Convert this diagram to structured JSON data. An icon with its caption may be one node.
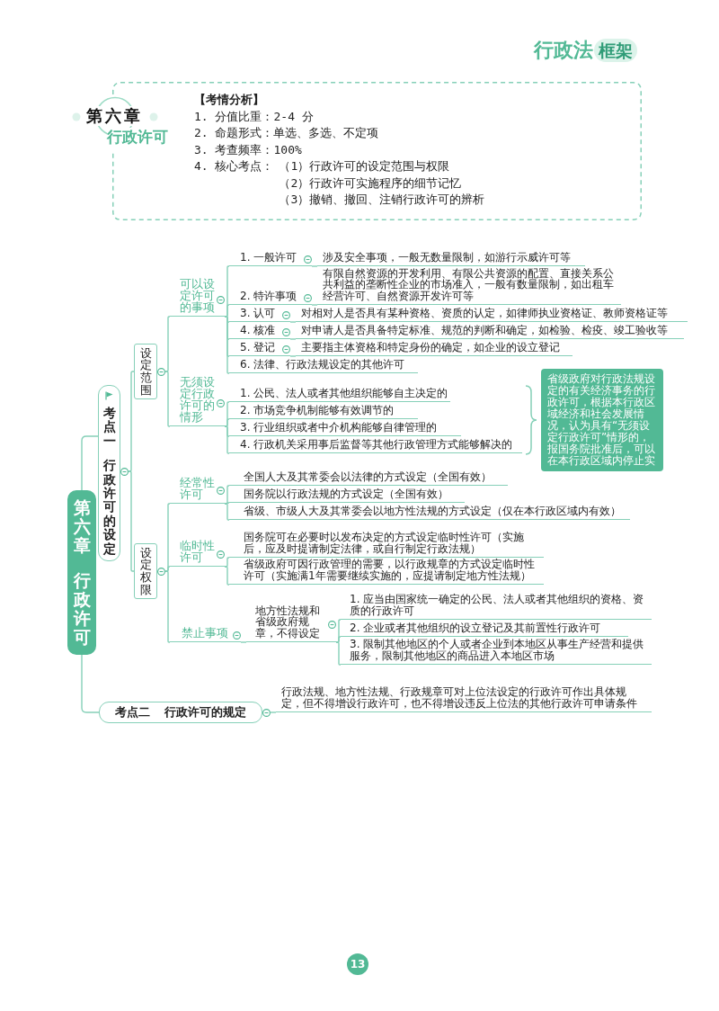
{
  "diagram": {
    "nodes": [
      {
        "text": [
          "【考情分析】",
          "1. 分值比重：2-4 分",
          "2. 命题形式：单选、多选、不定项",
          "3. 考查频率：100%",
          "4. 核心考点：",
          "（1）行政许可的设定范围与权限",
          "（2）行政许可实施程序的细节记忆",
          "（3）撤销、撤回、注销行政许可的辨析"
        ]
      },
      {
        "text": [
          "第六章",
          "行政许可"
        ]
      },
      {
        "text": [
          "考点一",
          "行政许可的设定"
        ]
      },
      {
        "text": [
          "设定范围"
        ]
      },
      {
        "text": [
          "可以设定许可的事项"
        ]
      },
      {
        "text": [
          "1. 一般许可"
        ]
      },
      {
        "text": [
          "涉及安全事项，一般无数量限制，如游行示威许可等"
        ]
      },
      {
        "text": [
          "2. 特许事项"
        ]
      },
      {
        "text": [
          "有限自然资源的开发利用、有限公共资源的配置、直接关系公共利益的垄断性企业的市场准入，一般有数量限制，如出租车经营许可、自然资源开发许可等"
        ]
      },
      {
        "text": [
          "3. 认可"
        ]
      },
      {
        "text": [
          "对相对人是否具有某种资格、资质的认定，如律师执业资格证、教师资格证等"
        ]
      },
      {
        "text": [
          "4. 核准"
        ]
      },
      {
        "text": [
          "对申请人是否具备特定标准、规范的判断和确定，如检验、检疫、竣工验收等"
        ]
      },
      {
        "text": [
          "5. 登记"
        ]
      },
      {
        "text": [
          "主要指主体资格和特定身份的确定，如企业的设立登记"
        ]
      },
      {
        "text": [
          "6. 法律、行政法规设定的其他许可"
        ]
      },
      {
        "text": [
          "无须设定行政许可的情形"
        ]
      },
      {
        "text": [
          "1. 公民、法人或者其他组织能够自主决定的"
        ]
      },
      {
        "text": [
          "2. 市场竞争机制能够有效调节的"
        ]
      },
      {
        "text": [
          "3. 行业组织或者中介机构能够自律管理的"
        ]
      },
      {
        "text": [
          "4. 行政机关采用事后监督等其他行政管理方式能够解决的"
        ]
      },
      {
        "text": [
          "省级政府对行政法规设定的有关经济事务的行政许可，根据本行政区域经济和社会发展情况，认为具有“无须设定行政许可”情形的，报国务院批准后，可以在本行政区域内停止实"
        ]
      },
      {
        "text": [
          "设定权限"
        ]
      },
      {
        "text": [
          "经常性许可"
        ]
      },
      {
        "text": [
          "全国人大及其常委会以法律的方式设定（全国有效）"
        ]
      },
      {
        "text": [
          "国务院以行政法规的方式设定（全国有效）"
        ]
      },
      {
        "text": [
          "省级、市级人大及其常委会以地方性法规的方式设定（仅在本行政区域内有效）"
        ]
      },
      {
        "text": [
          "临时性许可"
        ]
      },
      {
        "text": [
          "国务院可在必要时以发布决定的方式设定临时性许可（实施后，应及时提请制定法律，或自行制定行政法规）"
        ]
      },
      {
        "text": [
          "省级政府可因行政管理的需要，以行政规章的方式设定临时性许可（实施满1年需要继续实施的，应提请制定地方性法规）"
        ]
      },
      {
        "text": [
          "禁止事项"
        ]
      },
      {
        "text": [
          "地方性法规和省级政府规章，不得设定"
        ]
      },
      {
        "text": [
          "1. 应当由国家统一确定的公民、法人或者其他组织的资格、资质的行政许可"
        ]
      },
      {
        "text": [
          "2. 企业或者其他组织的设立登记及其前置性行政许可"
        ]
      },
      {
        "text": [
          "3. 限制其他地区的个人或者企业到本地区从事生产经营和提供服务，限制其他地区的商品进入本地区市场"
        ]
      },
      {
        "text": [
          "考点二",
          "行政许可的规定"
        ]
      },
      {
        "text": [
          "行政法规、地方性法规、行政规章可对上位法设定的行政许可作出具体规定，但不得增设行政许可，也不得增设违反上位法的其他行政许可申请条件"
        ]
      }
    ],
    "edges": [
      {
        "from": 1,
        "to": 2,
        "arrow": "none"
      },
      {
        "from": 1,
        "to": 35,
        "arrow": "none"
      },
      {
        "from": 2,
        "to": 3,
        "arrow": "none"
      },
      {
        "from": 2,
        "to": 22,
        "arrow": "none"
      },
      {
        "from": 3,
        "to": 4,
        "arrow": "none"
      },
      {
        "from": 3,
        "to": 16,
        "arrow": "none"
      },
      {
        "from": 4,
        "to": 5,
        "arrow": "none"
      },
      {
        "from": 4,
        "to": 7,
        "arrow": "none"
      },
      {
        "from": 4,
        "to": 9,
        "arrow": "none"
      },
      {
        "from": 4,
        "to": 11,
        "arrow": "none"
      },
      {
        "from": 4,
        "to": 13,
        "arrow": "none"
      },
      {
        "from": 4,
        "to": 15,
        "arrow": "none"
      },
      {
        "from": 5,
        "to": 6,
        "arrow": "none"
      },
      {
        "from": 7,
        "to": 8,
        "arrow": "none"
      },
      {
        "from": 9,
        "to": 10,
        "arrow": "none"
      },
      {
        "from": 11,
        "to": 12,
        "arrow": "none"
      },
      {
        "from": 13,
        "to": 14,
        "arrow": "none"
      },
      {
        "from": 16,
        "to": 17,
        "arrow": "none"
      },
      {
        "from": 16,
        "to": 18,
        "arrow": "none"
      },
      {
        "from": 16,
        "to": 19,
        "arrow": "none"
      },
      {
        "from": 16,
        "to": 20,
        "arrow": "none"
      },
      {
        "from": 22,
        "to": 23,
        "arrow": "none"
      },
      {
        "from": 22,
        "to": 27,
        "arrow": "none"
      },
      {
        "from": 22,
        "to": 30,
        "arrow": "none"
      },
      {
        "from": 23,
        "to": 24,
        "arrow": "none"
      },
      {
        "from": 23,
        "to": 25,
        "arrow": "none"
      },
      {
        "from": 23,
        "to": 26,
        "arrow": "none"
      },
      {
        "from": 27,
        "to": 28,
        "arrow": "none"
      },
      {
        "from": 27,
        "to": 29,
        "arrow": "none"
      },
      {
        "from": 30,
        "to": 31,
        "arrow": "none"
      },
      {
        "from": 31,
        "to": 32,
        "arrow": "none"
      },
      {
        "from": 31,
        "to": 33,
        "arrow": "none"
      },
      {
        "from": 31,
        "to": 34,
        "arrow": "none"
      },
      {
        "from": 35,
        "to": 36,
        "arrow": "none"
      }
    ],
    "labels": [
      "行政法",
      "框架",
      "第六章",
      "行政许可",
      "13"
    ]
  }
}
